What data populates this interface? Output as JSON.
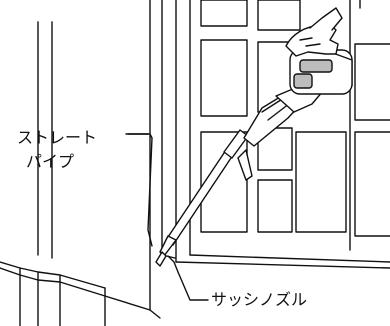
{
  "labels": {
    "straight_pipe_line1": "ストレート",
    "straight_pipe_line2": "パイプ",
    "sash_nozzle": "サッシノズル"
  },
  "colors": {
    "line": "#111111",
    "background": "#ffffff",
    "shading": "#bdbdbd"
  }
}
